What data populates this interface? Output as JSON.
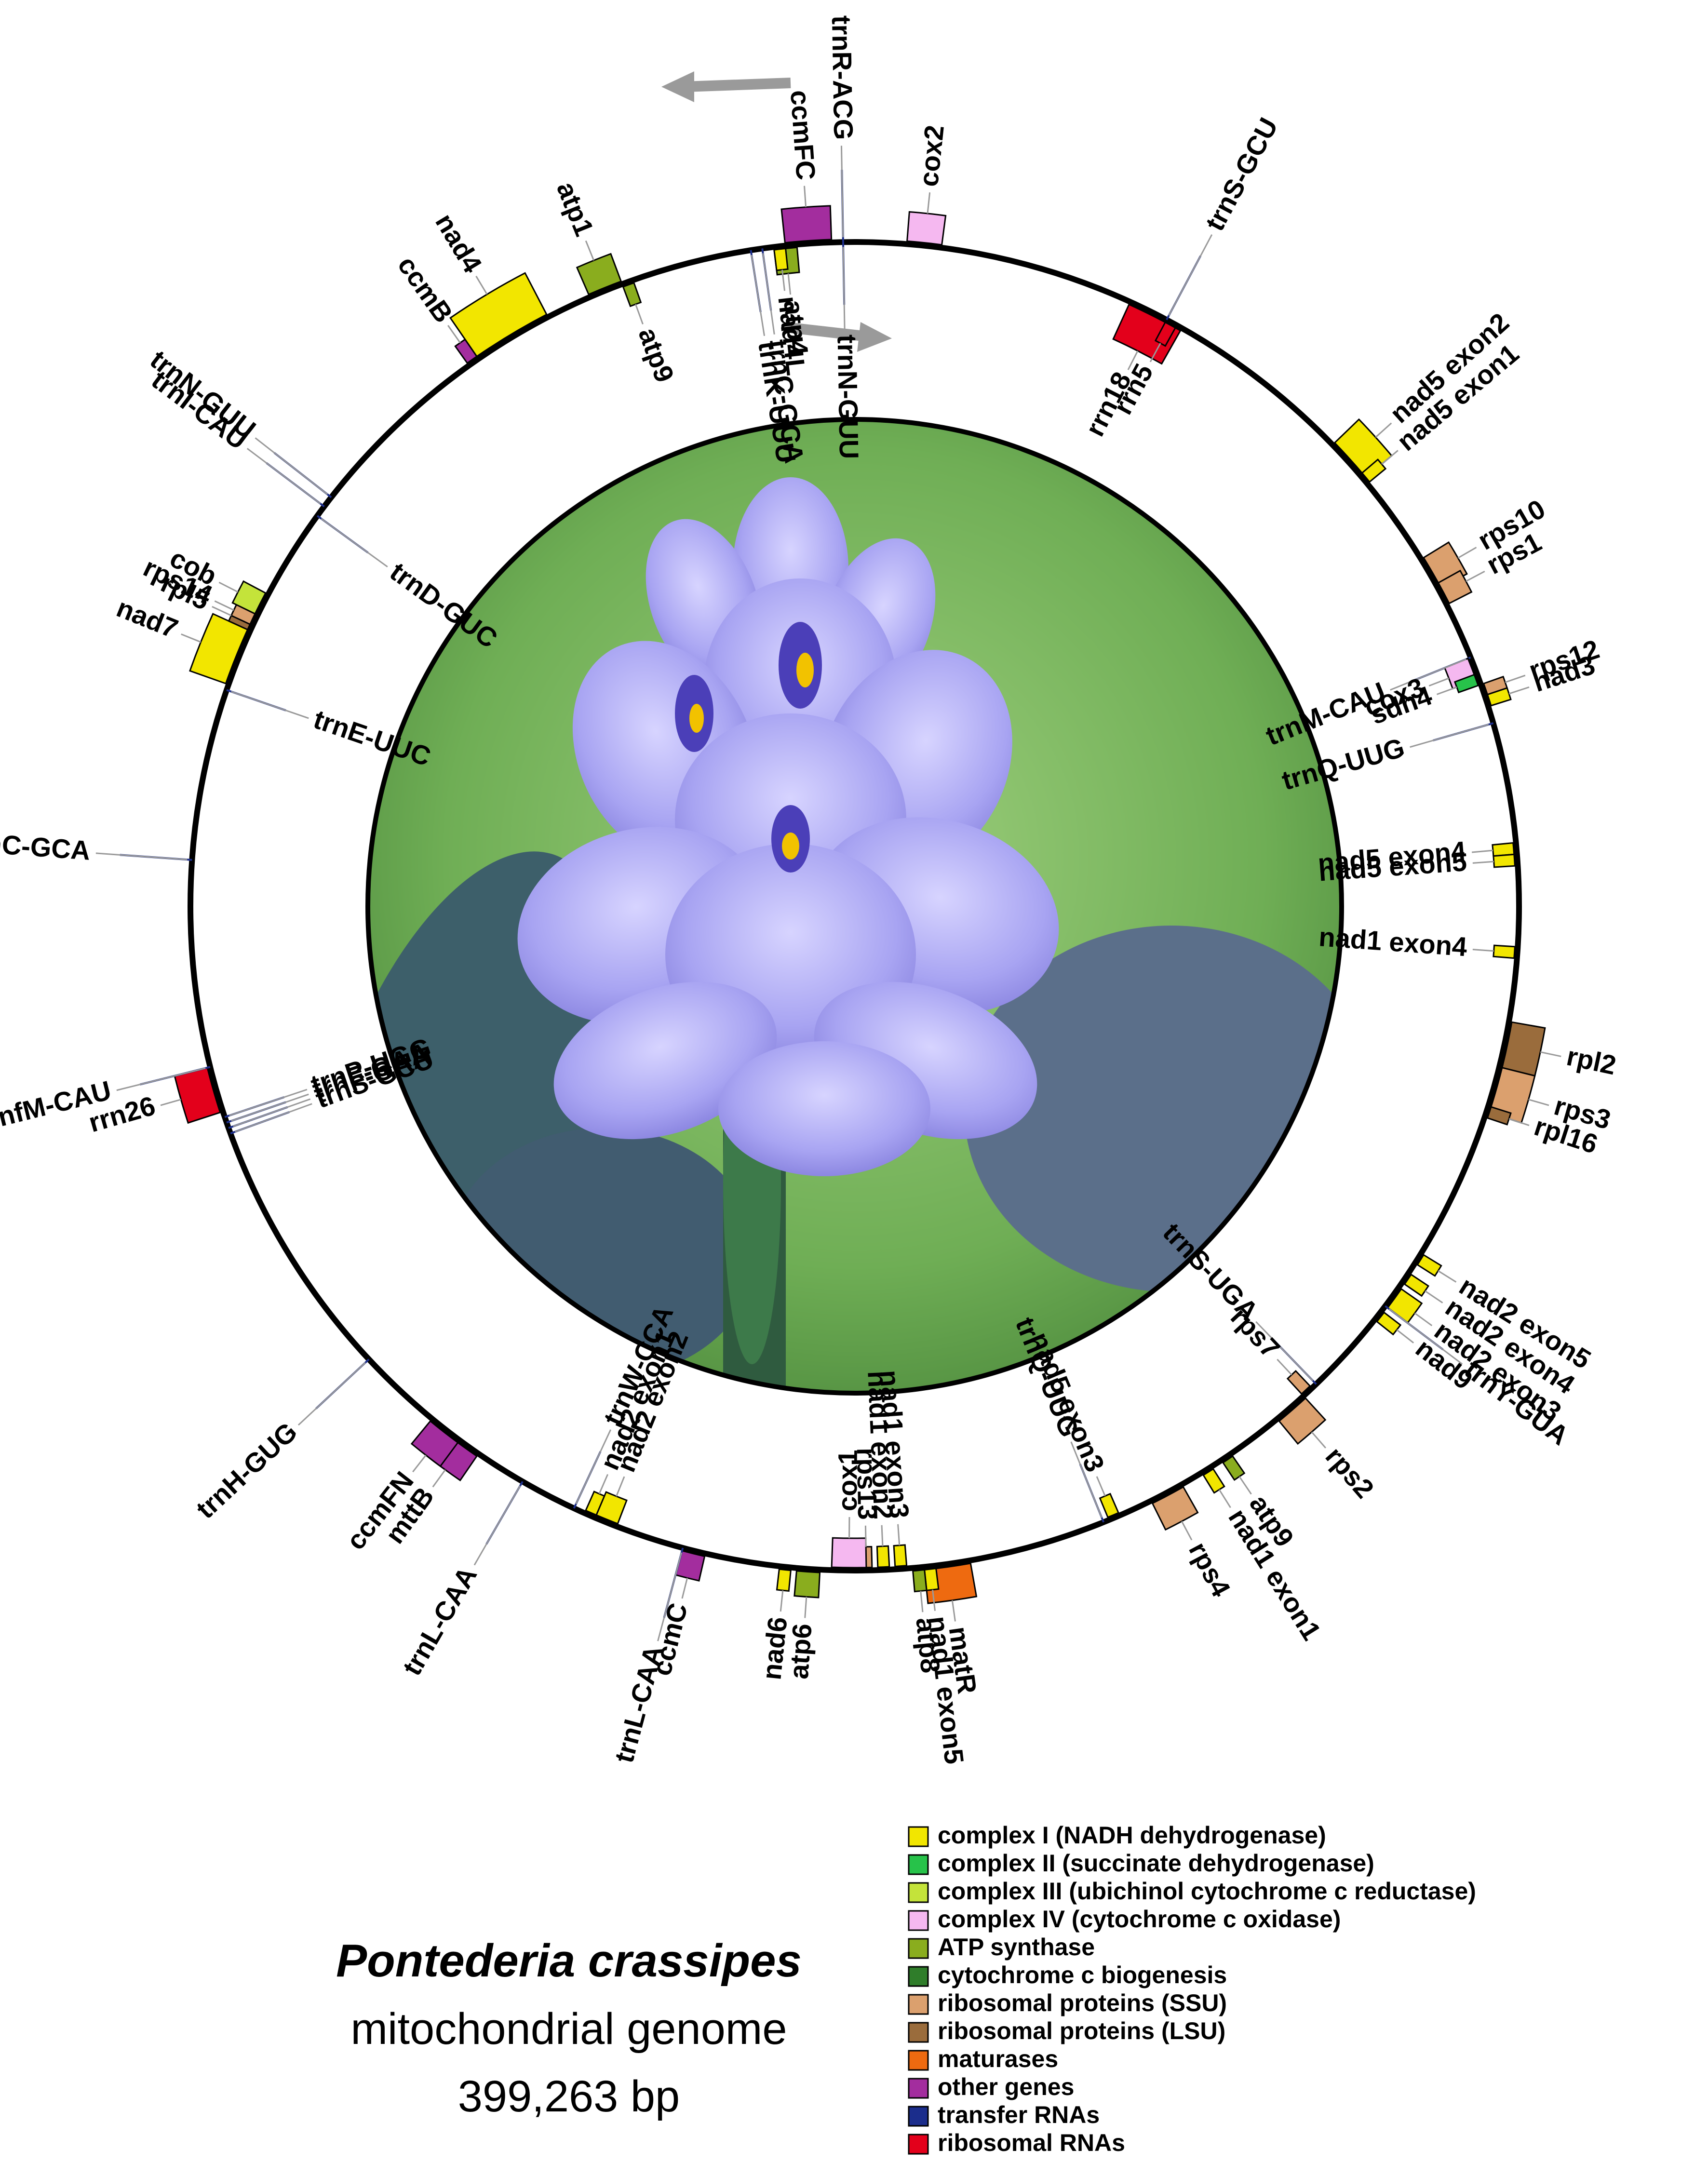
{
  "title": {
    "species": "Pontederia crassipes",
    "subtitle": "mitochondrial genome",
    "size": "399,263 bp"
  },
  "colors": {
    "complex_I": "#f2e600",
    "complex_II": "#27c24a",
    "complex_III": "#c4e33a",
    "complex_IV": "#f5b8f0",
    "atp_synthase": "#8aad1e",
    "cytochrome_c_biogenesis": "#2f7d2a",
    "ribosomal_ssu": "#dba06e",
    "ribosomal_lsu": "#9a6c3c",
    "maturases": "#ee6a10",
    "other_genes": "#a32d9e",
    "transfer_rnas": "#1b2d8c",
    "ribosomal_rnas": "#e3001b"
  },
  "legend": [
    {
      "label": "complex I (NADH dehydrogenase)",
      "color": "complex_I"
    },
    {
      "label": "complex II (succinate dehydrogenase)",
      "color": "complex_II"
    },
    {
      "label": "complex III (ubichinol cytochrome c reductase)",
      "color": "complex_III"
    },
    {
      "label": "complex IV (cytochrome c oxidase)",
      "color": "complex_IV"
    },
    {
      "label": "ATP synthase",
      "color": "atp_synthase"
    },
    {
      "label": "cytochrome c biogenesis",
      "color": "cytochrome_c_biogenesis"
    },
    {
      "label": "ribosomal proteins (SSU)",
      "color": "ribosomal_ssu"
    },
    {
      "label": "ribosomal proteins (LSU)",
      "color": "ribosomal_lsu"
    },
    {
      "label": "maturases",
      "color": "maturases"
    },
    {
      "label": "other genes",
      "color": "other_genes"
    },
    {
      "label": "transfer RNAs",
      "color": "transfer_rnas"
    },
    {
      "label": "ribosomal RNAs",
      "color": "ribosomal_rnas"
    }
  ],
  "genes": [
    {
      "name": "trnR-ACG",
      "category": "transfer_rnas",
      "angle": 359,
      "side": "outside",
      "length": 1
    },
    {
      "name": "ccmFC",
      "category": "other_genes",
      "angle": 356,
      "side": "outside",
      "length": 4
    },
    {
      "name": "trnN-GUU",
      "category": "transfer_rnas",
      "angle": 359,
      "side": "inside",
      "length": 1
    },
    {
      "name": "atp4",
      "category": "atp_synthase",
      "angle": 354,
      "side": "inside",
      "length": 2
    },
    {
      "name": "nad4L",
      "category": "complex_I",
      "angle": 353.5,
      "side": "inside",
      "length": 1
    },
    {
      "name": "trnC-GCA",
      "category": "transfer_rnas",
      "angle": 352,
      "side": "inside",
      "length": 1
    },
    {
      "name": "trnK-UUU",
      "category": "transfer_rnas",
      "angle": 351,
      "side": "inside",
      "length": 1
    },
    {
      "name": "cox2",
      "category": "complex_IV",
      "angle": 6,
      "side": "outside",
      "length": 3
    },
    {
      "name": "trnS-GCU",
      "category": "transfer_rnas",
      "angle": 28,
      "side": "outside",
      "length": 2
    },
    {
      "name": "rrn18",
      "category": "ribosomal_rnas",
      "angle": 27,
      "side": "inside",
      "length": 5
    },
    {
      "name": "rrn5",
      "category": "ribosomal_rnas",
      "angle": 28.5,
      "side": "inside",
      "length": 1
    },
    {
      "name": "nad5 exon2",
      "category": "complex_I",
      "angle": 48,
      "side": "outside",
      "length": 4
    },
    {
      "name": "nad5 exon1",
      "category": "complex_I",
      "angle": 50,
      "side": "outside",
      "length": 1
    },
    {
      "name": "rps10",
      "category": "ribosomal_ssu",
      "angle": 60,
      "side": "outside",
      "length": 3
    },
    {
      "name": "rps1",
      "category": "ribosomal_ssu",
      "angle": 62,
      "side": "outside",
      "length": 2
    },
    {
      "name": "rps12",
      "category": "ribosomal_ssu",
      "angle": 71,
      "side": "outside",
      "length": 1
    },
    {
      "name": "nad3",
      "category": "complex_I",
      "angle": 72,
      "side": "outside",
      "length": 1
    },
    {
      "name": "trnM-CAU",
      "category": "transfer_rnas",
      "angle": 68,
      "side": "inside",
      "length": 1
    },
    {
      "name": "cox3",
      "category": "complex_IV",
      "angle": 69,
      "side": "inside",
      "length": 2
    },
    {
      "name": "sdh4",
      "category": "complex_II",
      "angle": 70,
      "side": "inside",
      "length": 1
    },
    {
      "name": "trnQ-UUG",
      "category": "transfer_rnas",
      "angle": 74,
      "side": "inside",
      "length": 1
    },
    {
      "name": "nad5 exon4",
      "category": "complex_I",
      "angle": 85,
      "side": "inside",
      "length": 1
    },
    {
      "name": "nad5 exon5",
      "category": "complex_I",
      "angle": 86,
      "side": "inside",
      "length": 1
    },
    {
      "name": "nad1 exon4",
      "category": "complex_I",
      "angle": 94,
      "side": "inside",
      "length": 1
    },
    {
      "name": "rpl2",
      "category": "ribosomal_lsu",
      "angle": 102,
      "side": "outside",
      "length": 4
    },
    {
      "name": "rps3",
      "category": "ribosomal_ssu",
      "angle": 106,
      "side": "outside",
      "length": 4
    },
    {
      "name": "rpl16",
      "category": "ribosomal_lsu",
      "angle": 108,
      "side": "outside",
      "length": 1
    },
    {
      "name": "nad2 exon5",
      "category": "complex_I",
      "angle": 122,
      "side": "outside",
      "length": 1
    },
    {
      "name": "nad2 exon4",
      "category": "complex_I",
      "angle": 124,
      "side": "outside",
      "length": 1
    },
    {
      "name": "nad2 exon3",
      "category": "complex_I",
      "angle": 126,
      "side": "outside",
      "length": 2
    },
    {
      "name": "trnY-GUA",
      "category": "transfer_rnas",
      "angle": 127,
      "side": "outside",
      "length": 1
    },
    {
      "name": "nad9",
      "category": "complex_I",
      "angle": 128,
      "side": "outside",
      "length": 1
    },
    {
      "name": "trnS-UGA",
      "category": "transfer_rnas",
      "angle": 136,
      "side": "inside",
      "length": 1
    },
    {
      "name": "rps7",
      "category": "ribosomal_ssu",
      "angle": 137,
      "side": "inside",
      "length": 1
    },
    {
      "name": "rps2",
      "category": "ribosomal_ssu",
      "angle": 139,
      "side": "outside",
      "length": 3
    },
    {
      "name": "atp9",
      "category": "atp_synthase",
      "angle": 146,
      "side": "outside",
      "length": 1
    },
    {
      "name": "nad1 exon1",
      "category": "complex_I",
      "angle": 148,
      "side": "outside",
      "length": 1
    },
    {
      "name": "rps4",
      "category": "ribosomal_ssu",
      "angle": 152,
      "side": "outside",
      "length": 3
    },
    {
      "name": "nad5 exon3",
      "category": "complex_I",
      "angle": 157,
      "side": "inside",
      "length": 1
    },
    {
      "name": "trnQ-UUG",
      "category": "transfer_rnas",
      "angle": 158,
      "side": "inside",
      "length": 1
    },
    {
      "name": "matR",
      "category": "maturases",
      "angle": 172,
      "side": "outside",
      "length": 4
    },
    {
      "name": "nad1 exon5",
      "category": "complex_I",
      "angle": 173.5,
      "side": "outside",
      "length": 1
    },
    {
      "name": "atp8",
      "category": "atp_synthase",
      "angle": 174.5,
      "side": "outside",
      "length": 1
    },
    {
      "name": "nad1 exon3",
      "category": "complex_I",
      "angle": 176,
      "side": "inside",
      "length": 1
    },
    {
      "name": "nad1 exon2",
      "category": "complex_I",
      "angle": 177.5,
      "side": "inside",
      "length": 1
    },
    {
      "name": "rps13",
      "category": "ribosomal_ssu",
      "angle": 179,
      "side": "inside",
      "length": 1
    },
    {
      "name": "cox1",
      "category": "complex_IV",
      "angle": 180.5,
      "side": "inside",
      "length": 3
    },
    {
      "name": "atp6",
      "category": "atp_synthase",
      "angle": 184,
      "side": "outside",
      "length": 2
    },
    {
      "name": "nad6",
      "category": "complex_I",
      "angle": 186,
      "side": "outside",
      "length": 1
    },
    {
      "name": "ccmC",
      "category": "other_genes",
      "angle": 194,
      "side": "outside",
      "length": 2
    },
    {
      "name": "trnL-CAA",
      "category": "transfer_rnas",
      "angle": 195,
      "side": "outside",
      "length": 1
    },
    {
      "name": "nad2 exon2",
      "category": "complex_I",
      "angle": 202,
      "side": "inside",
      "length": 2
    },
    {
      "name": "nad2 exon1",
      "category": "complex_I",
      "angle": 203.5,
      "side": "inside",
      "length": 1
    },
    {
      "name": "trnW-CCA",
      "category": "transfer_rnas",
      "angle": 205,
      "side": "inside",
      "length": 1
    },
    {
      "name": "trnL-CAA",
      "category": "transfer_rnas",
      "angle": 210,
      "side": "outside",
      "length": 1
    },
    {
      "name": "mttB",
      "category": "other_genes",
      "angle": 216,
      "side": "outside",
      "length": 3
    },
    {
      "name": "ccmFN",
      "category": "other_genes",
      "angle": 218,
      "side": "outside",
      "length": 3
    },
    {
      "name": "trnH-GUG",
      "category": "transfer_rnas",
      "angle": 227,
      "side": "outside",
      "length": 1
    },
    {
      "name": "trnS-GCU",
      "category": "transfer_rnas",
      "angle": 250,
      "side": "inside",
      "length": 1
    },
    {
      "name": "trnF-GAA",
      "category": "transfer_rnas",
      "angle": 250.5,
      "side": "inside",
      "length": 1
    },
    {
      "name": "trnF-GAA",
      "category": "transfer_rnas",
      "angle": 251,
      "side": "inside",
      "length": 1
    },
    {
      "name": "trnP-UGG",
      "category": "transfer_rnas",
      "angle": 251.5,
      "side": "inside",
      "length": 1
    },
    {
      "name": "rrn26",
      "category": "ribosomal_rnas",
      "angle": 254,
      "side": "outside",
      "length": 4
    },
    {
      "name": "trnfM-CAU",
      "category": "transfer_rnas",
      "angle": 256,
      "side": "outside",
      "length": 1
    },
    {
      "name": "trnC-GCA",
      "category": "transfer_rnas",
      "angle": 274,
      "side": "outside",
      "length": 1
    },
    {
      "name": "trnE-UUC",
      "category": "transfer_rnas",
      "angle": 289,
      "side": "inside",
      "length": 1
    },
    {
      "name": "nad7",
      "category": "complex_I",
      "angle": 292,
      "side": "outside",
      "length": 5
    },
    {
      "name": "rpl5",
      "category": "ribosomal_lsu",
      "angle": 295,
      "side": "outside",
      "length": 1
    },
    {
      "name": "rps14",
      "category": "ribosomal_ssu",
      "angle": 295.5,
      "side": "outside",
      "length": 1
    },
    {
      "name": "cob",
      "category": "complex_III",
      "angle": 297,
      "side": "outside",
      "length": 2
    },
    {
      "name": "trnD-GUC",
      "category": "transfer_rnas",
      "angle": 306,
      "side": "inside",
      "length": 1
    },
    {
      "name": "trnI-CAU",
      "category": "transfer_rnas",
      "angle": 307,
      "side": "outside",
      "length": 1
    },
    {
      "name": "trnN-GUU",
      "category": "transfer_rnas",
      "angle": 308,
      "side": "outside",
      "length": 1
    },
    {
      "name": "ccmB",
      "category": "other_genes",
      "angle": 325,
      "side": "outside",
      "length": 1
    },
    {
      "name": "nad4",
      "category": "complex_I",
      "angle": 329,
      "side": "outside",
      "length": 7
    },
    {
      "name": "atp1",
      "category": "atp_synthase",
      "angle": 338,
      "side": "outside",
      "length": 3
    },
    {
      "name": "atp9",
      "category": "atp_synthase",
      "angle": 340,
      "side": "inside",
      "length": 1
    }
  ]
}
